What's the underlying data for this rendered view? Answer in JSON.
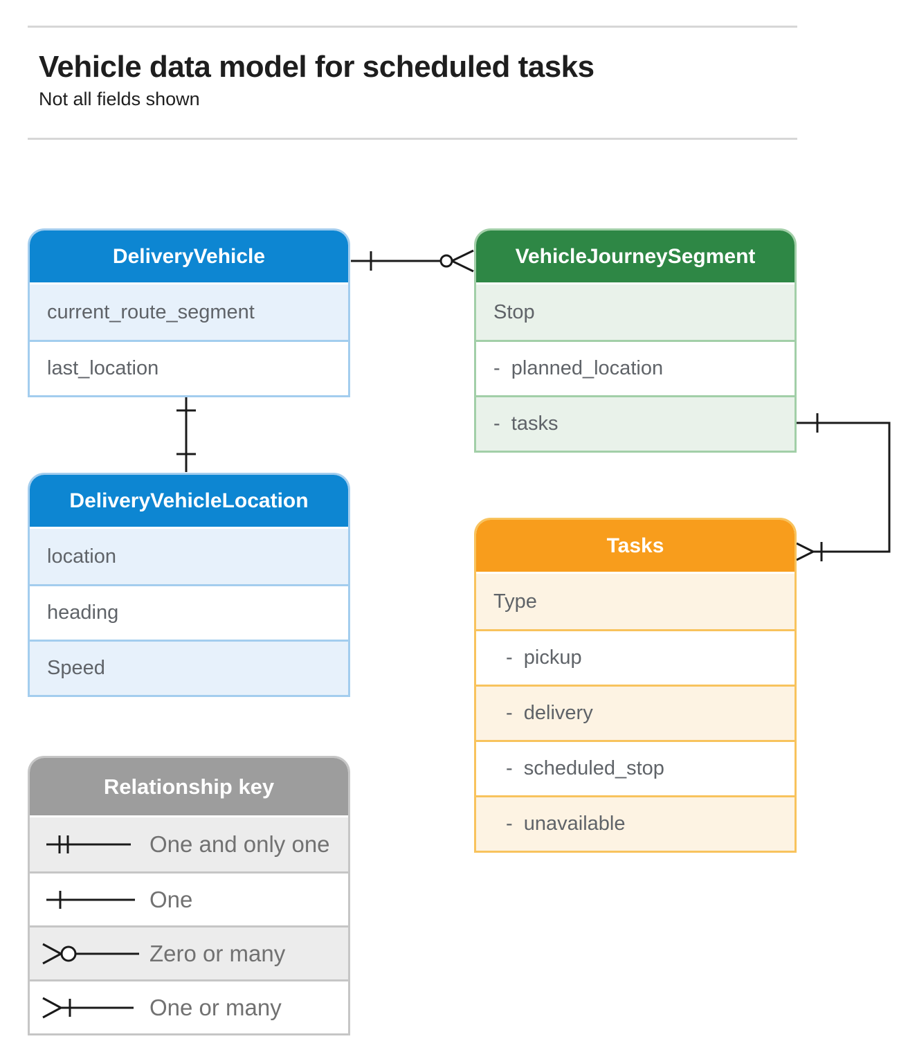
{
  "header": {
    "title": "Vehicle data model for scheduled tasks",
    "subtitle": "Not all fields shown"
  },
  "entities": {
    "delivery_vehicle": {
      "title": "DeliveryVehicle",
      "fields": [
        "current_route_segment",
        "last_location"
      ]
    },
    "vehicle_journey_segment": {
      "title": "VehicleJourneySegment",
      "fields": [
        "Stop",
        "-  planned_location",
        "-  tasks"
      ]
    },
    "delivery_vehicle_location": {
      "title": "DeliveryVehicleLocation",
      "fields": [
        "location",
        "heading",
        "Speed"
      ]
    },
    "tasks": {
      "title": "Tasks",
      "fields": [
        "Type",
        "-  pickup",
        "-  delivery",
        "-  scheduled_stop",
        "-  unavailable"
      ]
    }
  },
  "relationships": [
    {
      "from": "DeliveryVehicle",
      "to": "VehicleJourneySegment",
      "from_end": "one",
      "to_end": "zero-or-many"
    },
    {
      "from": "DeliveryVehicle",
      "to": "DeliveryVehicleLocation",
      "from_end": "one",
      "to_end": "one"
    },
    {
      "from": "VehicleJourneySegment.tasks",
      "to": "Tasks",
      "from_end": "one",
      "to_end": "one-or-many"
    }
  ],
  "legend": {
    "title": "Relationship key",
    "items": [
      {
        "symbol": "one-and-only-one",
        "label": "One and only one"
      },
      {
        "symbol": "one",
        "label": "One"
      },
      {
        "symbol": "zero-or-many",
        "label": "Zero or many"
      },
      {
        "symbol": "one-or-many",
        "label": "One or many"
      }
    ]
  },
  "colors": {
    "themes": {
      "blue": {
        "header": "#0d86d2",
        "row": "#e7f1fb",
        "border": "#a3cdee"
      },
      "green": {
        "header": "#2e8745",
        "row": "#e9f2ea",
        "border": "#a2cfa8"
      },
      "orange": {
        "header": "#f89d1c",
        "row": "#fdf3e3",
        "border": "#f8c35d"
      },
      "gray": {
        "header": "#9d9d9d",
        "row": "#ececec",
        "border": "#c6c6c6"
      }
    },
    "misc": {
      "line": "#1a1a1a",
      "divider": "#d7d7d7",
      "title-text": "#1e1e1e",
      "field-text": "#5f6368",
      "legend-text": "#717171"
    }
  }
}
